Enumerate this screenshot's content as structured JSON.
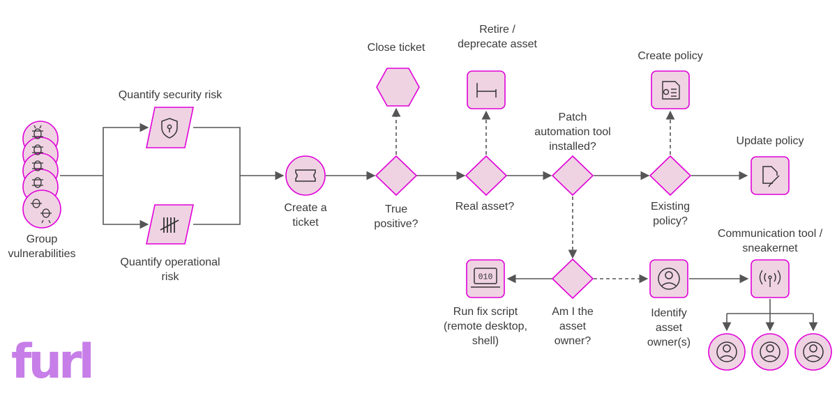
{
  "brand": {
    "logo_text": "furl",
    "logo_color": "#c77ee8"
  },
  "colors": {
    "node_fill": "#efd3e3",
    "node_stroke": "#e000d8",
    "line": "#555555",
    "ink": "#333333"
  },
  "labels": {
    "group": "Group\nvulnerabilities",
    "security": "Quantify security risk",
    "operational": "Quantify operational\nrisk",
    "ticket": "Create a\nticket",
    "true_positive": "True\npositive?",
    "close_ticket": "Close ticket",
    "real_asset": "Real asset?",
    "retire": "Retire /\ndeprecate asset",
    "patch_tool": "Patch\nautomation tool\ninstalled?",
    "existing_policy": "Existing\npolicy?",
    "create_policy": "Create policy",
    "update_policy": "Update policy",
    "asset_owner_q": "Am I the\nasset\nowner?",
    "fix_script": "Run fix script\n(remote desktop,\nshell)",
    "identify_owner": "Identify\nasset\nowner(s)",
    "comm_tool": "Communication tool /\nsneakernet",
    "binary_glyph": "010"
  },
  "icons": {
    "group": "bug-icon",
    "security": "shield-keyhole-icon",
    "operational": "tally-marks-icon",
    "ticket": "ticket-icon",
    "retire": "bed-icon",
    "create_policy": "certificate-document-icon",
    "update_policy": "document-edit-icon",
    "fix_script": "laptop-binary-icon",
    "identify_owner": "user-circle-icon",
    "comm_tool": "broadcast-antenna-icon",
    "owners": "user-circle-icon"
  }
}
